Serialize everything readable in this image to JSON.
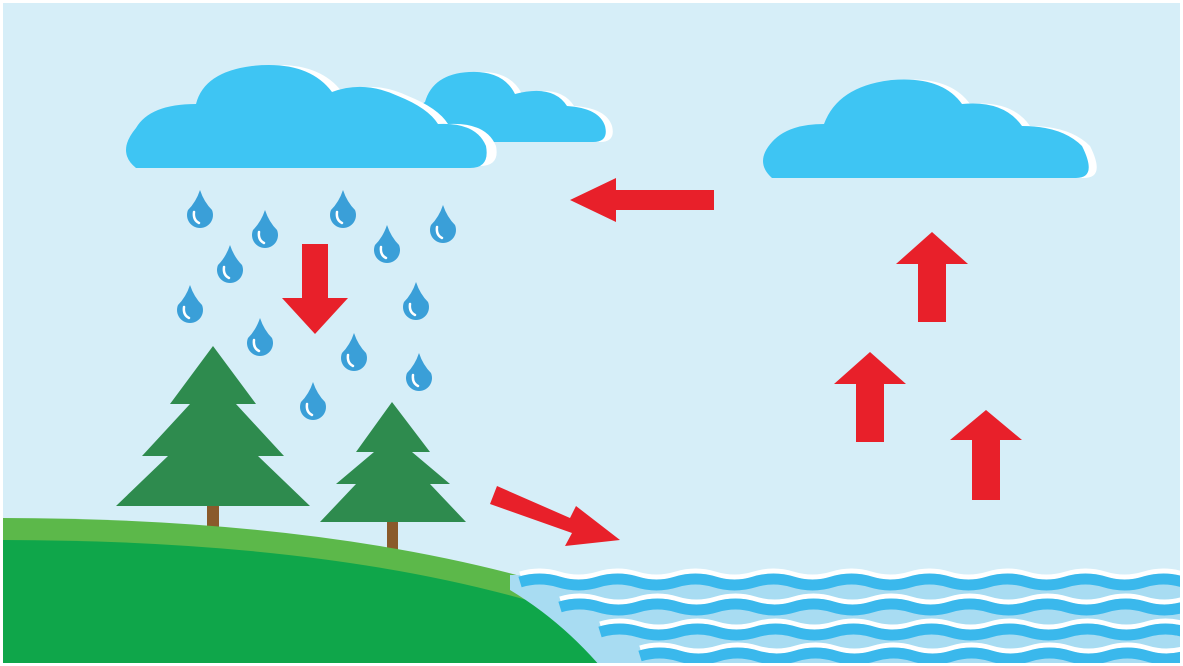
{
  "colors": {
    "sky": "#d6eef8",
    "cloud": "#3ec5f3",
    "cloud_shadow": "#ffffff",
    "raindrop": "#3a9fd8",
    "raindrop_highlight": "#ffffff",
    "arrow": "#e8202a",
    "tree_foliage": "#2e8b4e",
    "tree_trunk": "#8a5a2b",
    "hill_light": "#5cb84a",
    "hill_dark": "#0fa64a",
    "water_light": "#a8dcf2",
    "water_wave": "#3ab8ec",
    "water_foam": "#ffffff"
  },
  "elements": {
    "clouds": [
      "rain-cloud-left",
      "rain-cloud-back",
      "evaporation-cloud-right"
    ],
    "arrows": [
      "precipitation-arrow",
      "advection-arrow",
      "runoff-arrow",
      "evaporation-arrow"
    ],
    "trees": [
      "tree-large",
      "tree-small"
    ],
    "icons": [
      "cloud-icon",
      "raindrop-icon",
      "arrow-icon",
      "tree-icon",
      "hill-icon",
      "water-waves-icon"
    ]
  }
}
